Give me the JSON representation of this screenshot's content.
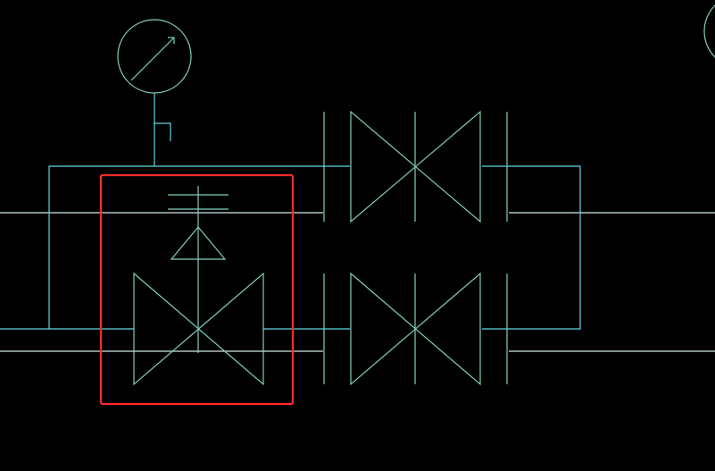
{
  "colors": {
    "background": "#000000",
    "pipe": "#5fd5e0",
    "valve_symbol": "#7fcfbf",
    "pipe_white": "#cfe8e6",
    "selection_box": "#ff2a2a"
  },
  "elements": {
    "pressure_gauge": {
      "icon": "pressure-gauge-icon"
    },
    "control_valve": {
      "icon": "control-valve-icon",
      "selected": true
    },
    "gate_valves": [
      {
        "icon": "gate-valve-icon",
        "position": "upper-bypass"
      },
      {
        "icon": "gate-valve-icon",
        "position": "lower-main"
      }
    ],
    "partial_gauge": {
      "icon": "pressure-gauge-icon",
      "position": "top-right-edge"
    }
  }
}
